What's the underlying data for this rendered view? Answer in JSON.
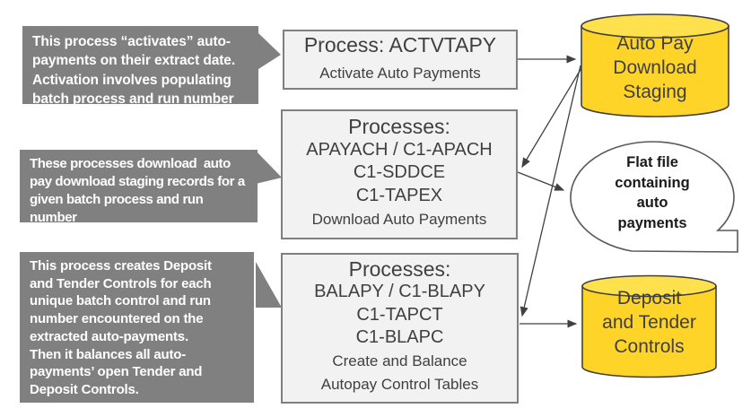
{
  "colors": {
    "callout_bg": "#808080",
    "callout_text": "#ffffff",
    "process_fill": "#f2f2f2",
    "process_border": "#7f7f7f",
    "process_text": "#404040",
    "cylinder_fill": "#ffd428",
    "cylinder_top_fill": "#ffe14d",
    "cylinder_border": "#404040",
    "arrow": "#404040"
  },
  "callouts": [
    {
      "lines": [
        "This process “activates” auto-",
        "payments on their extract date.",
        "Activation involves populating",
        "batch process and run number"
      ]
    },
    {
      "lines": [
        "These processes download  auto",
        "pay download staging records for a",
        "given batch process and run",
        "number"
      ]
    },
    {
      "lines": [
        "This process creates Deposit",
        "and Tender Controls for each",
        "unique batch control and run",
        "number encountered on the",
        "extracted auto-payments.",
        "Then it balances all auto-",
        "payments’ open Tender and",
        "Deposit Controls."
      ]
    }
  ],
  "process_boxes": [
    {
      "heading": "Process: ACTVTAPY",
      "codes": [],
      "caption": [
        "Activate Auto Payments"
      ]
    },
    {
      "heading": "Processes:",
      "codes": [
        "APAYACH / C1-APACH",
        "C1-SDDCE",
        "C1-TAPEX"
      ],
      "caption": [
        "Download Auto Payments"
      ]
    },
    {
      "heading": "Processes:",
      "codes": [
        "BALAPY / C1-BLAPY",
        "C1-TAPCT",
        "C1-BLAPC"
      ],
      "caption": [
        "Create and Balance",
        "Autopay Control Tables"
      ]
    }
  ],
  "datastores": [
    {
      "label": [
        "Auto Pay",
        "Download",
        "Staging"
      ]
    },
    {
      "label": [
        "Deposit",
        "and Tender",
        "Controls"
      ]
    }
  ],
  "flat_file": {
    "label": [
      "Flat file",
      "containing",
      "auto",
      "payments"
    ]
  }
}
